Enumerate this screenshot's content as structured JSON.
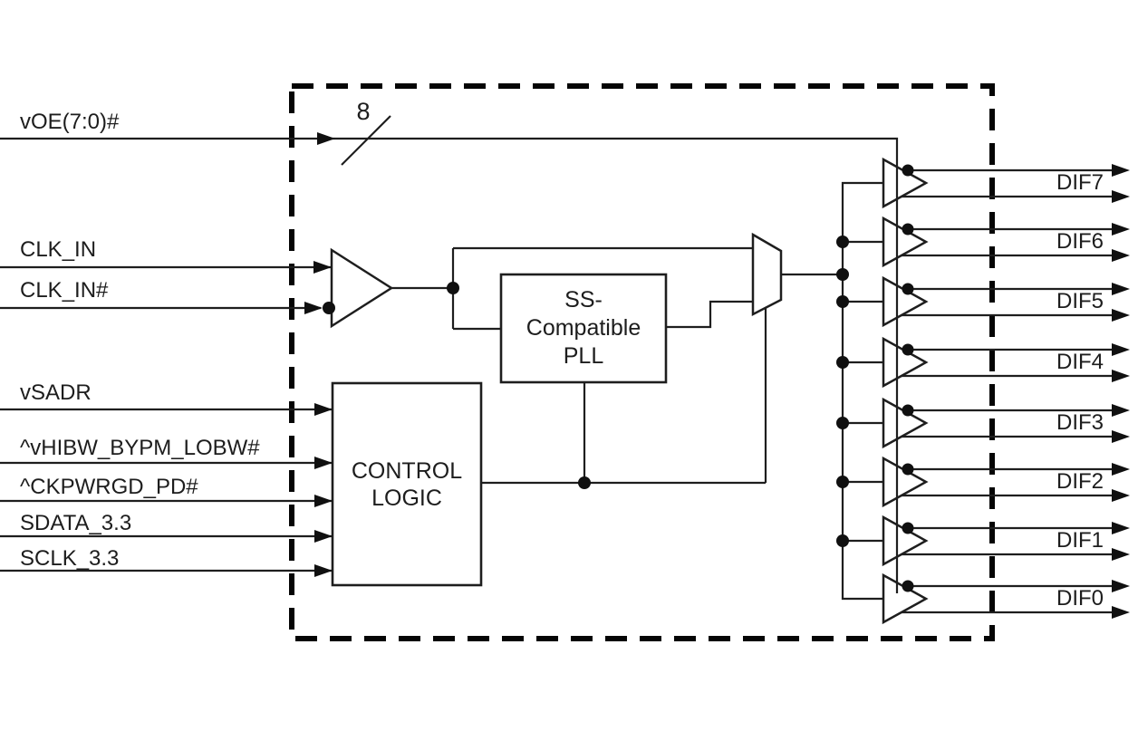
{
  "chip": {
    "inputs": [
      "vOE(7:0)#",
      "CLK_IN",
      "CLK_IN#",
      "vSADR",
      "^vHIBW_BYPM_LOBW#",
      "^CKPWRGD_PD#",
      "SDATA_3.3",
      "SCLK_3.3"
    ],
    "bus_width": "8",
    "blocks": {
      "pll": {
        "lines": [
          "SS-",
          "Compatible",
          "PLL"
        ]
      },
      "control_logic": {
        "lines": [
          "CONTROL",
          "LOGIC"
        ]
      }
    },
    "outputs": [
      "DIF7",
      "DIF6",
      "DIF5",
      "DIF4",
      "DIF3",
      "DIF2",
      "DIF1",
      "DIF0"
    ],
    "colors": {
      "line": "#1e1e1e",
      "text": "#1d1d1d",
      "background": "#ffffff"
    }
  }
}
